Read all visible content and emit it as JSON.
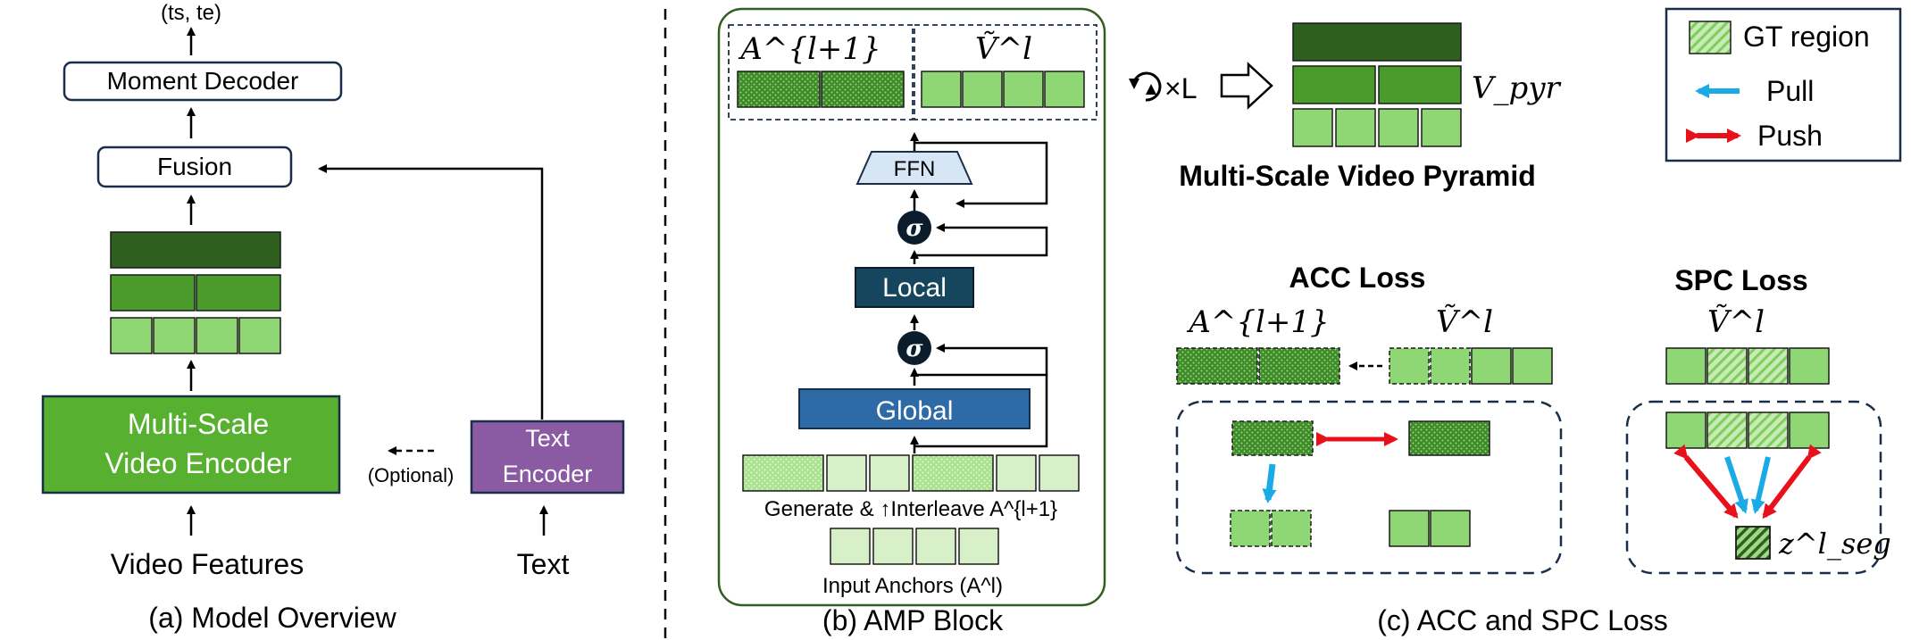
{
  "colors": {
    "dark_green": "#2f5f1f",
    "mid_green": "#4a9a2c",
    "light_green": "#8fd674",
    "pale_green": "#d8f0c8",
    "encoder_green": "#58b030",
    "text_encoder_purple": "#8a5aa3",
    "local_block": "#16465e",
    "global_block": "#2e6aa6",
    "ffn_fill": "#d6e6f4",
    "pull_arrow": "#1aabe6",
    "push_arrow": "#e8101a"
  },
  "panel_a": {
    "output": "(ts, te)",
    "moment_decoder": "Moment Decoder",
    "fusion": "Fusion",
    "video_encoder_line1": "Multi-Scale",
    "video_encoder_line2": "Video Encoder",
    "text_encoder_line1": "Text",
    "text_encoder_line2": "Encoder",
    "optional": "(Optional)",
    "video_features": "Video Features",
    "text": "Text",
    "caption": "(a) Model Overview"
  },
  "panel_b": {
    "a_next_label": "A^{l+1}",
    "v_tilde_label": "Ṽ^l",
    "ffn": "FFN",
    "sigma": "σ",
    "local": "Local",
    "global": "Global",
    "generate_label": "Generate & ↑Interleave A^{l+1}",
    "input_anchors": "Input Anchors (A^l)",
    "caption": "(b) AMP Block"
  },
  "pyramid": {
    "repeat": "×L",
    "v_pyr": "V_pyr",
    "title": "Multi-Scale Video Pyramid"
  },
  "legend": {
    "gt_region": "GT region",
    "pull": "Pull",
    "push": "Push"
  },
  "panel_c": {
    "acc_title": "ACC Loss",
    "spc_title": "SPC Loss",
    "a_next_label": "A^{l+1}",
    "v_tilde_label": "Ṽ^l",
    "z_seg": "z^l_seg",
    "caption": "(c) ACC and SPC Loss"
  }
}
